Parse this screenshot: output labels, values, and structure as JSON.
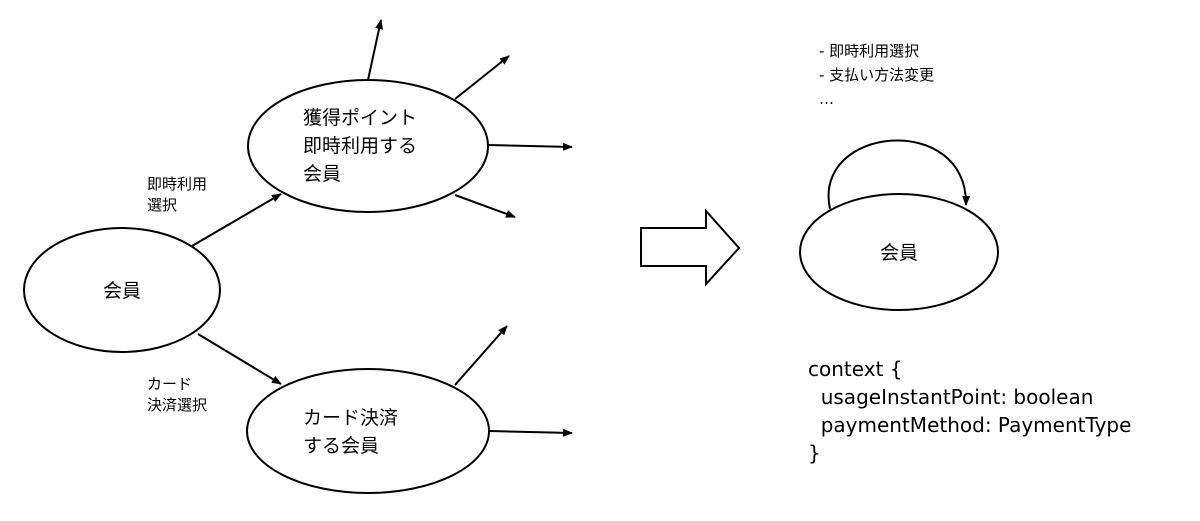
{
  "left_diagram": {
    "member_node": {
      "label": "会員"
    },
    "instant_point_node": {
      "lines": [
        "獲得ポイント",
        "即時利用する",
        "会員"
      ]
    },
    "card_payment_node": {
      "lines": [
        "カード決済",
        "する会員"
      ]
    },
    "edge_instant_select": {
      "lines": [
        "即時利用",
        "選択"
      ]
    },
    "edge_card_select": {
      "lines": [
        "カード",
        "決済選択"
      ]
    }
  },
  "right_diagram": {
    "member_node": {
      "label": "会員"
    },
    "events_note": {
      "lines": [
        "- 即時利用選択",
        "- 支払い方法変更",
        "…"
      ]
    },
    "context_code": {
      "lines": [
        "context {",
        "  usageInstantPoint: boolean",
        "  paymentMethod: PaymentType",
        "}"
      ]
    }
  },
  "colors": {
    "stroke": "#000000",
    "fill": "#ffffff",
    "text": "#000000"
  }
}
